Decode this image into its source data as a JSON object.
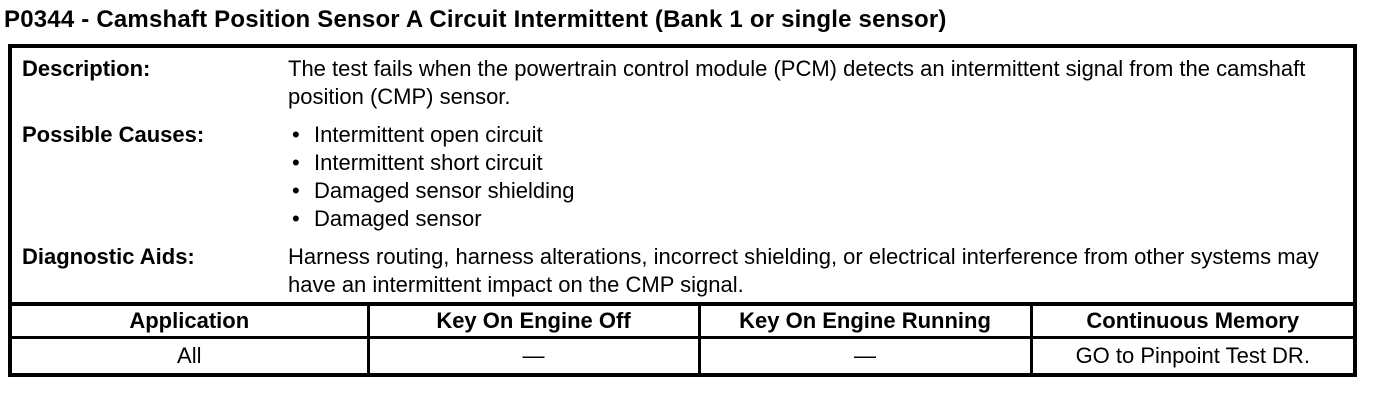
{
  "title": "P0344 - Camshaft Position Sensor A Circuit Intermittent (Bank 1 or single sensor)",
  "info": {
    "description_label": "Description:",
    "description_text": "The test fails when the powertrain control module (PCM) detects an intermittent signal from the camshaft position (CMP) sensor.",
    "possible_causes_label": "Possible Causes:",
    "possible_causes": [
      "Intermittent open circuit",
      "Intermittent short circuit",
      "Damaged sensor shielding",
      "Damaged sensor"
    ],
    "diagnostic_aids_label": "Diagnostic Aids:",
    "diagnostic_aids_text": "Harness routing, harness alterations, incorrect shielding, or electrical interference from other systems may have an intermittent impact on the CMP signal."
  },
  "table": {
    "headers": [
      "Application",
      "Key On Engine Off",
      "Key On Engine Running",
      "Continuous Memory"
    ],
    "rows": [
      [
        "All",
        "—",
        "—",
        "GO to Pinpoint Test DR."
      ]
    ]
  },
  "colors": {
    "text": "#000000",
    "background": "#ffffff",
    "border": "#000000"
  }
}
